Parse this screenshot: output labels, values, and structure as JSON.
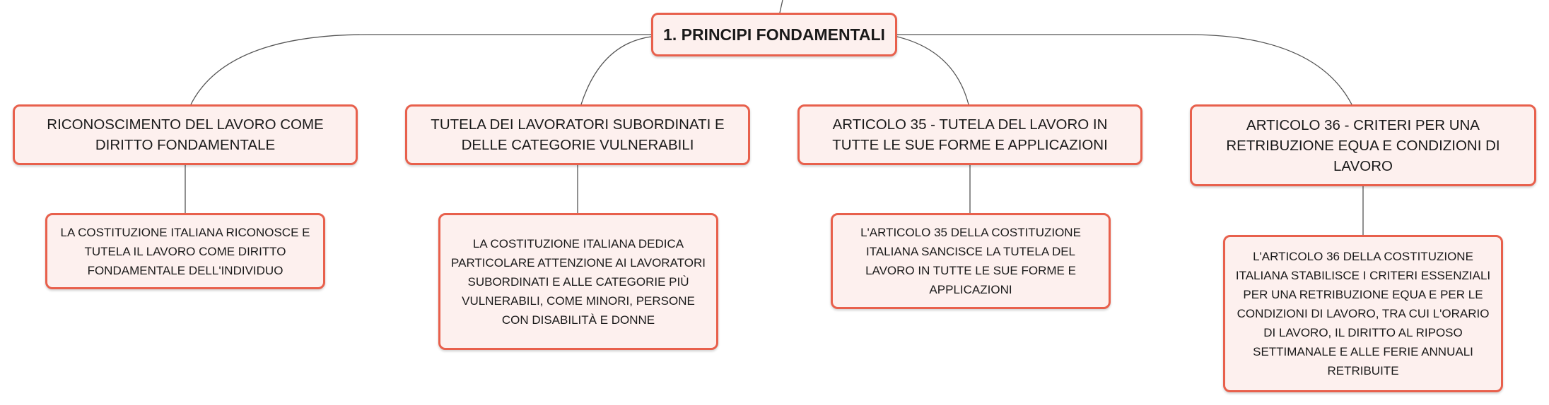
{
  "colors": {
    "border": "#e8604c",
    "fill": "#fdf0ee",
    "line": "#555555"
  },
  "root": {
    "label": "1. PRINCIPI FONDAMENTALI"
  },
  "topics": [
    {
      "label": "RICONOSCIMENTO DEL LAVORO COME DIRITTO FONDAMENTALE",
      "detail": "LA COSTITUZIONE ITALIANA RICONOSCE E TUTELA IL LAVORO COME DIRITTO FONDAMENTALE DELL'INDIVIDUO"
    },
    {
      "label": "TUTELA DEI LAVORATORI SUBORDINATI E DELLE CATEGORIE VULNERABILI",
      "detail": "LA COSTITUZIONE ITALIANA DEDICA PARTICOLARE ATTENZIONE AI LAVORATORI SUBORDINATI E ALLE CATEGORIE PIÙ VULNERABILI, COME MINORI, PERSONE CON DISABILITÀ E DONNE"
    },
    {
      "label": "ARTICOLO 35 - TUTELA DEL LAVORO IN TUTTE LE SUE FORME E APPLICAZIONI",
      "detail": "L'ARTICOLO 35 DELLA COSTITUZIONE ITALIANA SANCISCE LA TUTELA DEL LAVORO IN TUTTE LE SUE FORME E APPLICAZIONI"
    },
    {
      "label": "ARTICOLO 36 - CRITERI PER UNA RETRIBUZIONE EQUA E CONDIZIONI DI LAVORO",
      "detail": "L'ARTICOLO 36 DELLA COSTITUZIONE ITALIANA STABILISCE I CRITERI ESSENZIALI PER UNA RETRIBUZIONE EQUA E PER LE CONDIZIONI DI LAVORO, TRA CUI L'ORARIO DI LAVORO, IL DIRITTO AL RIPOSO SETTIMANALE E ALLE FERIE ANNUALI RETRIBUITE"
    }
  ]
}
